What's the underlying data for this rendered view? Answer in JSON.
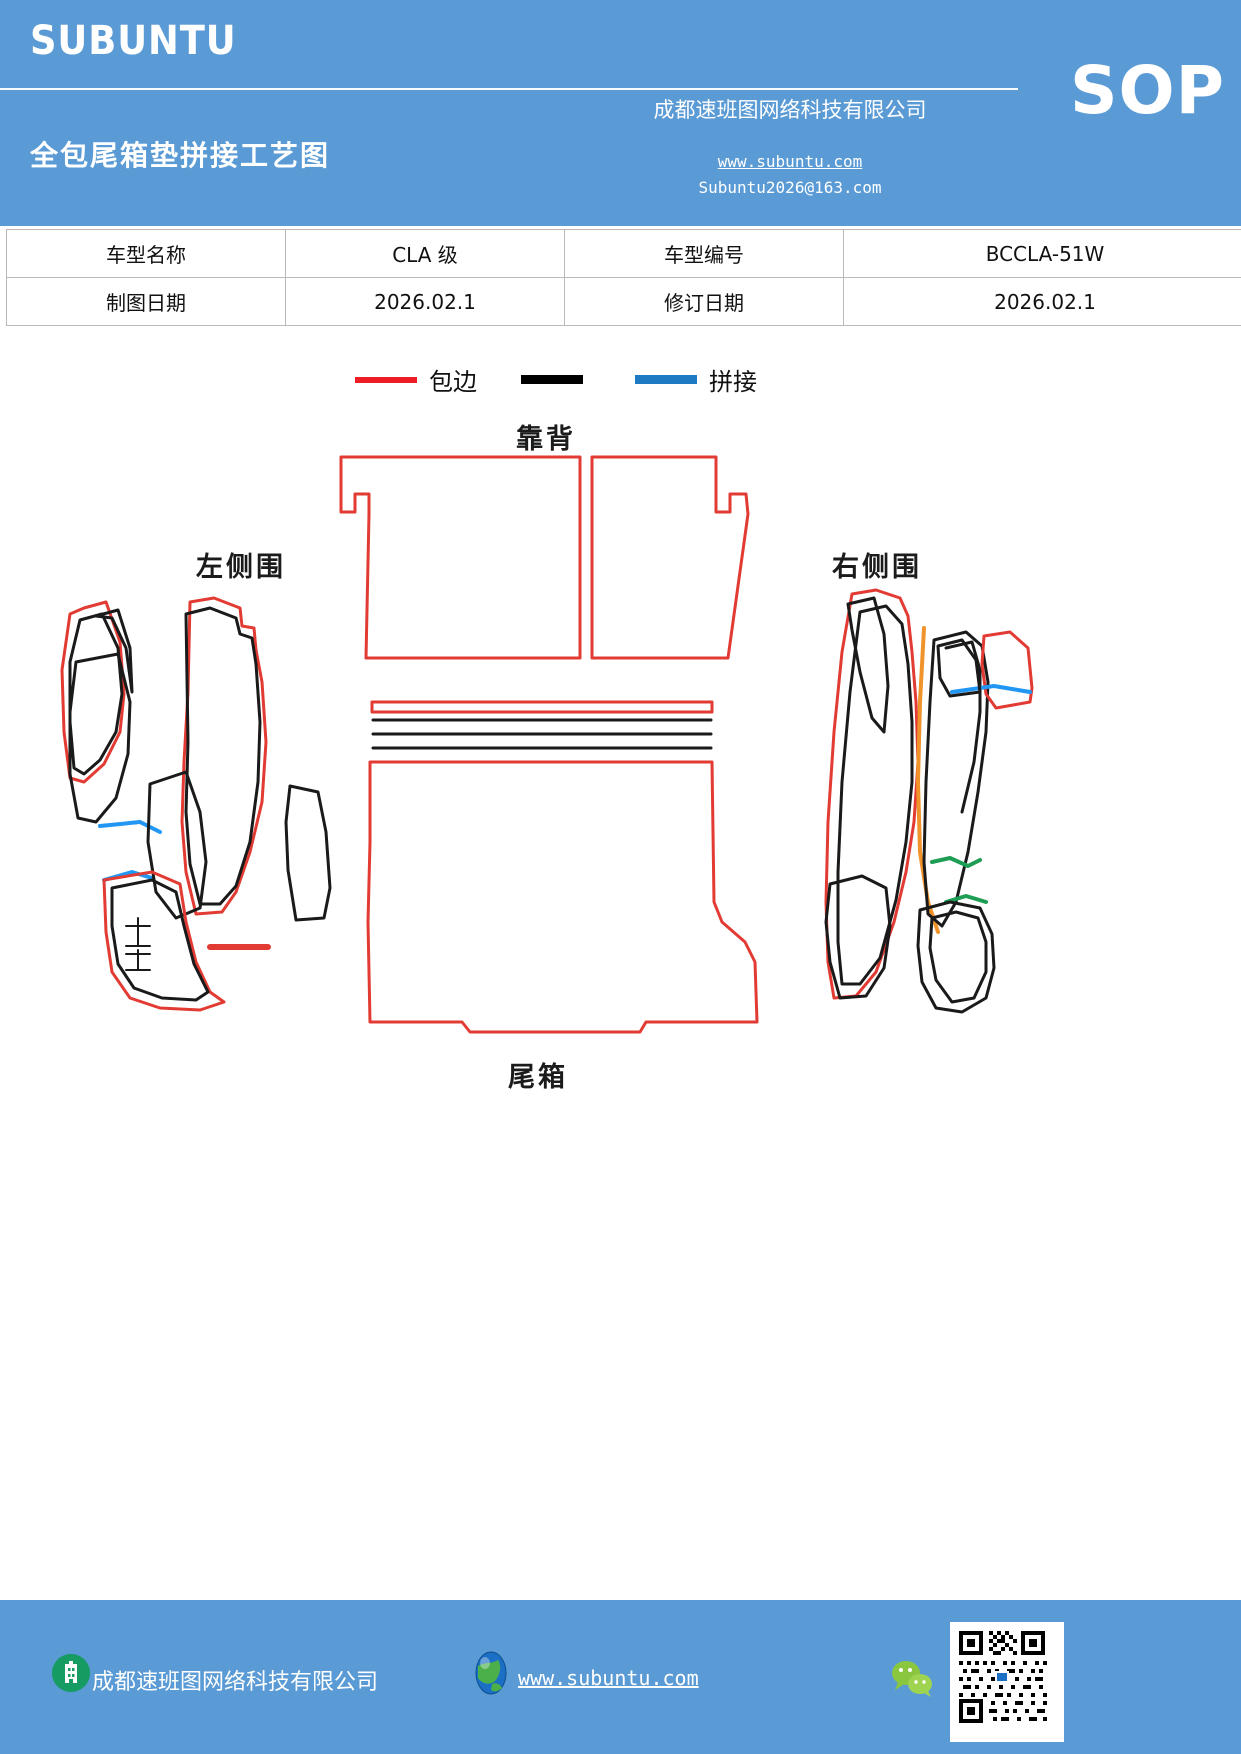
{
  "header": {
    "brand": "SUBUNTU",
    "company": "成都速班图网络科技有限公司",
    "doc_type": "SOP",
    "title": "全包尾箱垫拼接工艺图",
    "url": "www.subuntu.com",
    "email": "Subuntu2026@163.com",
    "bg_color": "#5b9bd5"
  },
  "info_table": {
    "rows": [
      {
        "label1": "车型名称",
        "value1": "CLA 级",
        "label2": "车型编号",
        "value2": "BCCLA-51W"
      },
      {
        "label1": "制图日期",
        "value1": "2026.02.1",
        "label2": "修订日期",
        "value2": "2026.02.1"
      }
    ]
  },
  "legend": {
    "items": [
      {
        "label": "包边",
        "color": "#ee1c25"
      },
      {
        "label": "拼接",
        "color": "#000000"
      },
      {
        "label": "",
        "color": "#1f7ac4"
      }
    ],
    "binding_label": "包边",
    "splice_label": "拼接",
    "binding_color": "#ee1c25",
    "splice_black": "#000000",
    "splice_blue": "#1f7ac4"
  },
  "drawing": {
    "parts": [
      {
        "name": "backrest",
        "label": "靠背"
      },
      {
        "name": "left-side",
        "label": "左侧围"
      },
      {
        "name": "right-side",
        "label": "右侧围"
      },
      {
        "name": "trunk",
        "label": "尾箱"
      }
    ],
    "label_backrest": "靠背",
    "label_left_side": "左侧围",
    "label_right_side": "右侧围",
    "label_trunk": "尾箱",
    "stroke_colors": {
      "binding_red": "#e23b33",
      "splice_black": "#1a1a1a",
      "splice_blue": "#2196f3",
      "splice_orange": "#f0932b",
      "splice_green": "#1e9e55"
    }
  },
  "footer": {
    "company": "成都速班图网络科技有限公司",
    "url": "www.subuntu.com",
    "bg_color": "#5b9bd5"
  }
}
